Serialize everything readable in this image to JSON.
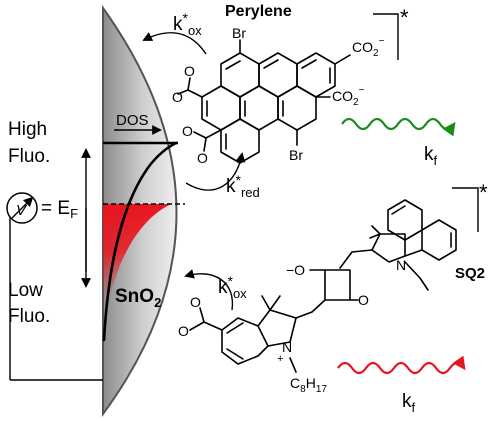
{
  "labels": {
    "perylene": "Perylene",
    "sq2": "SQ2",
    "sno2": "SnO",
    "sno2_sub": "2",
    "dos": "DOS",
    "high": "High",
    "low": "Low",
    "fluo": "Fluo.",
    "ef_eq": "= E",
    "ef_sub": "F",
    "v": "V",
    "star": "*",
    "k": "k",
    "ox": "ox",
    "red": "red",
    "f": "f",
    "br": "Br",
    "co2": "CO",
    "co2_sub": "2",
    "co2_sup": "−",
    "o_minus": "−O",
    "o": "O",
    "n": "N",
    "n_plus": "+",
    "c8h17_c": "C",
    "c8h17_8": "8",
    "c8h17_h": "H",
    "c8h17_17": "17"
  },
  "colors": {
    "green_wave": "#1a8c1a",
    "red_wave": "#e8141e",
    "red_fill": "#e8141e",
    "sphere_light": "#ececec",
    "sphere_dark": "#8c8c8c"
  }
}
